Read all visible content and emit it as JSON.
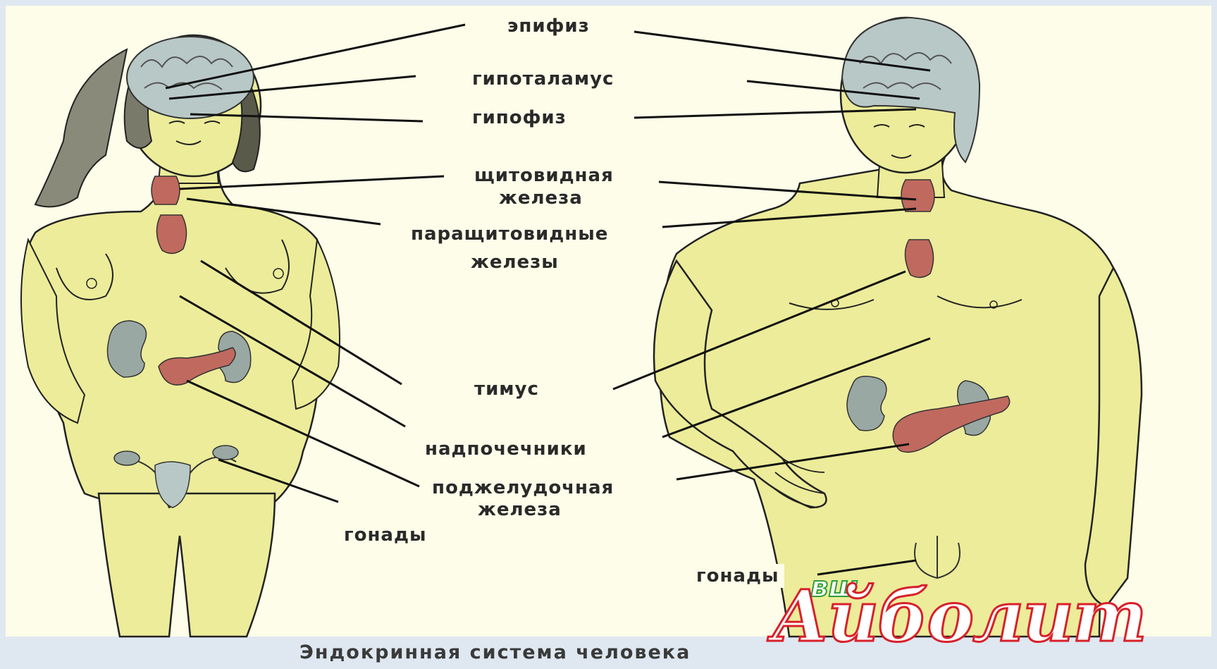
{
  "labels": {
    "epiphysis": "эпифиз",
    "hypothalamus": "гипоталамус",
    "pituitary": "гипофиз",
    "thyroid_1": "щитовидная",
    "thyroid_2": "железа",
    "parathyroid_1": "паращитовидные",
    "parathyroid_2": "железы",
    "thymus": "тимус",
    "adrenal": "надпочечники",
    "pancreas_1": "поджелудочная",
    "pancreas_2": "железа",
    "gonads_female": "гонады",
    "gonads_male": "гонады"
  },
  "caption": "Эндокринная система человека",
  "logo": {
    "main": "Айболит",
    "small": "вш"
  },
  "colors": {
    "background": "#dfe8f1",
    "image_bg": "#fdfde9",
    "skin": "#ecec9a",
    "brain": "#b8c8c6",
    "organ_red": "#c0695f",
    "kidney": "#9aa8a4",
    "logo_red": "#d8202a",
    "logo_green": "#2aa038"
  }
}
